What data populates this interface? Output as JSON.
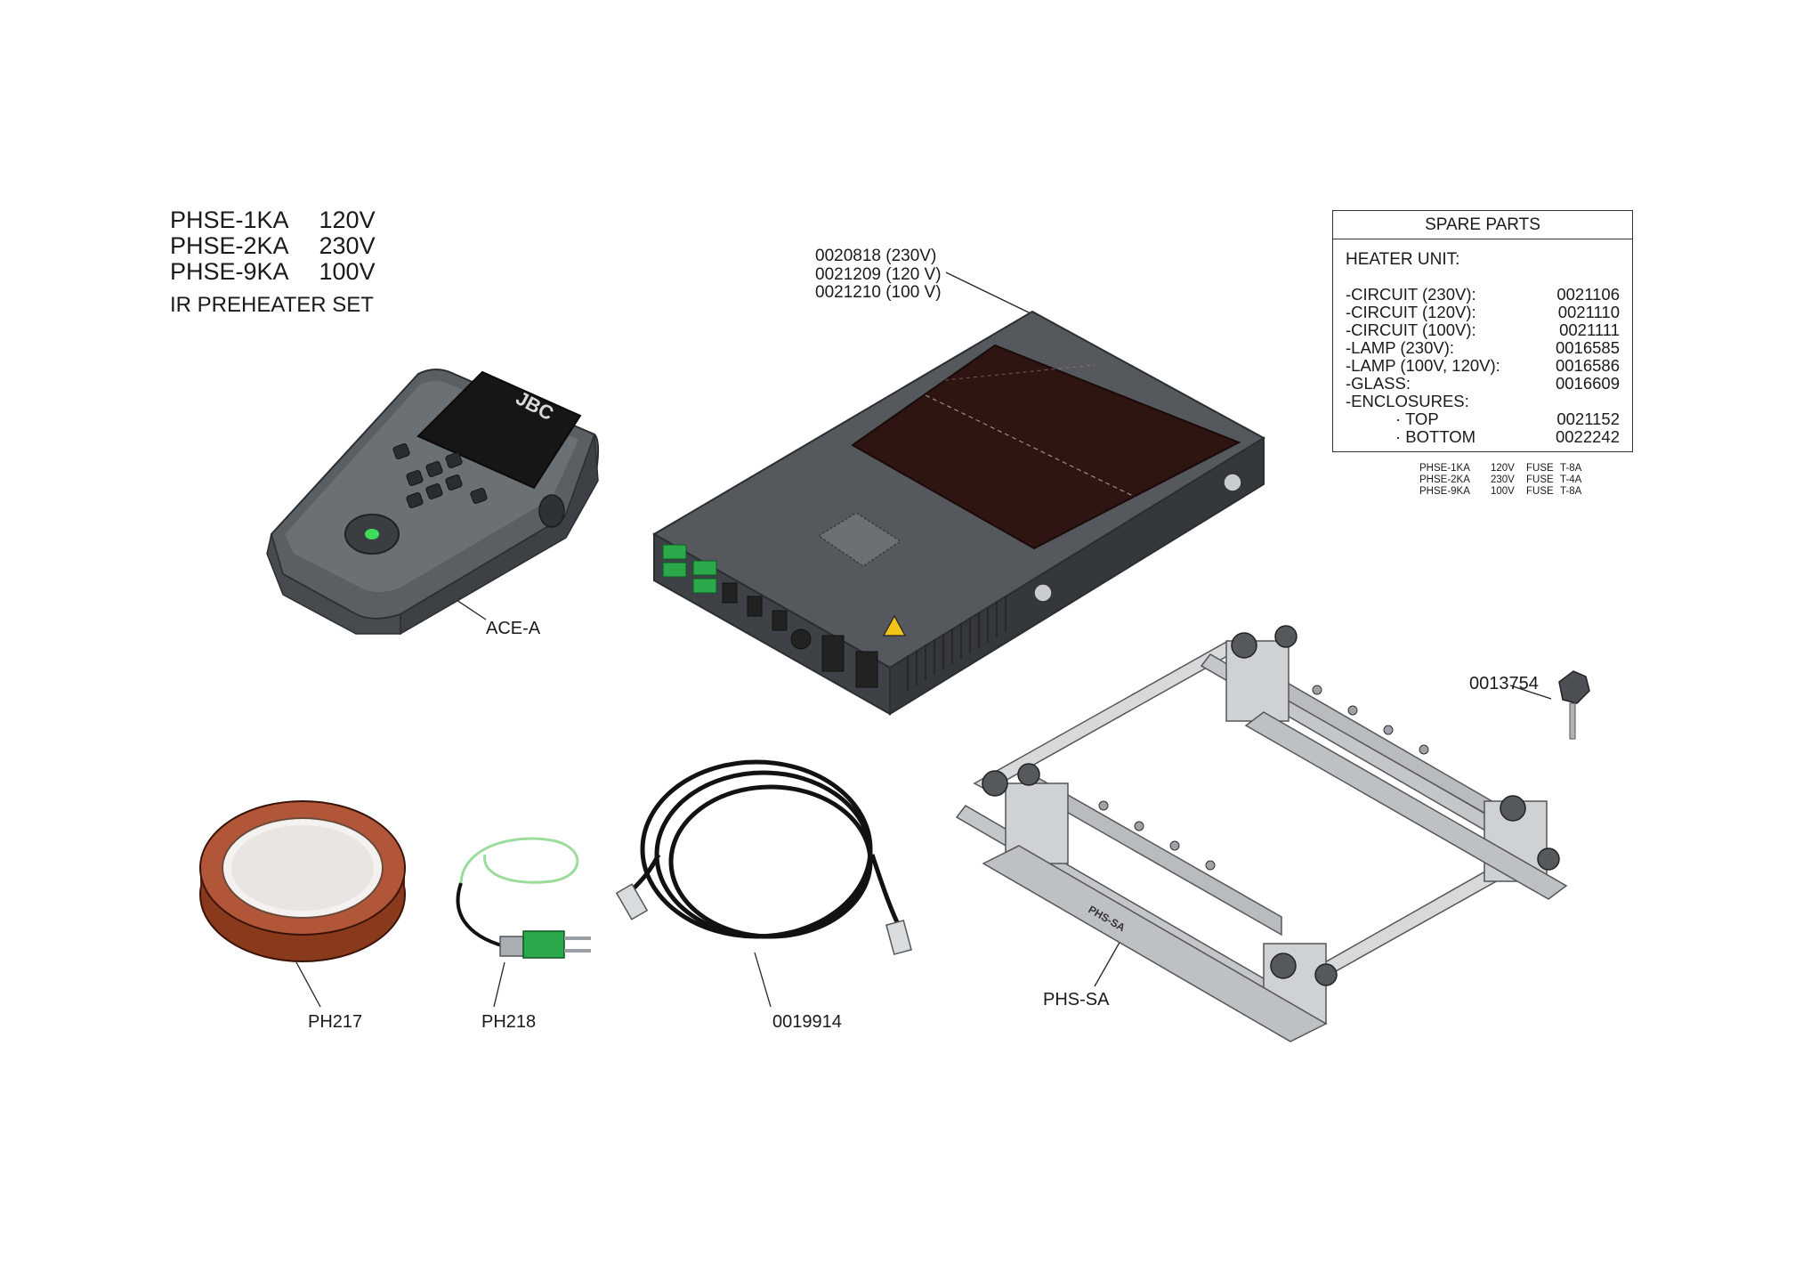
{
  "header": {
    "models": [
      {
        "code": "PHSE-1KA",
        "voltage": "120V"
      },
      {
        "code": "PHSE-2KA",
        "voltage": "230V"
      },
      {
        "code": "PHSE-9KA",
        "voltage": "100V"
      }
    ],
    "subtitle": "IR PREHEATER SET"
  },
  "heater_callout": [
    "0020818 (230V)",
    "0021209 (120 V)",
    "0021210 (100 V)"
  ],
  "spare_parts": {
    "title": "SPARE PARTS",
    "heading": "HEATER UNIT:",
    "rows": [
      {
        "label": "-CIRCUIT (230V):",
        "code": "0021106"
      },
      {
        "label": "-CIRCUIT (120V):",
        "code": "0021110"
      },
      {
        "label": "-CIRCUIT (100V):",
        "code": "0021111"
      },
      {
        "label": "-LAMP (230V):",
        "code": "0016585"
      },
      {
        "label": "-LAMP (100V, 120V):",
        "code": "0016586"
      },
      {
        "label": "-GLASS:",
        "code": "0016609"
      },
      {
        "label": "-ENCLOSURES:",
        "code": ""
      },
      {
        "label": "· TOP",
        "code": "0021152"
      },
      {
        "label": "· BOTTOM",
        "code": "0022242"
      }
    ]
  },
  "fuses": [
    {
      "model": "PHSE-1KA",
      "voltage": "120V",
      "fuse": "FUSE",
      "rating": "T-8A"
    },
    {
      "model": "PHSE-2KA",
      "voltage": "230V",
      "fuse": "FUSE",
      "rating": "T-4A"
    },
    {
      "model": "PHSE-9KA",
      "voltage": "100V",
      "fuse": "FUSE",
      "rating": "T-8A"
    }
  ],
  "parts": {
    "controller": "ACE-A",
    "tape": "PH217",
    "thermocouple": "PH218",
    "cable": "0019914",
    "holder": "PHS-SA",
    "knob": "0013754"
  },
  "marks": {
    "controller_brand": "JBC",
    "holder_marking": "PHS-SA"
  },
  "colors": {
    "ink": "#1a1a1a",
    "controller_body": "#5a5f64",
    "screen": "#161616",
    "heater_body": "#4a4d51",
    "heater_glass": "#2e1512",
    "connector_green": "#2aa84a",
    "tape_amber": "#8a3a1c",
    "holder_grey": "#c4c7ca"
  }
}
